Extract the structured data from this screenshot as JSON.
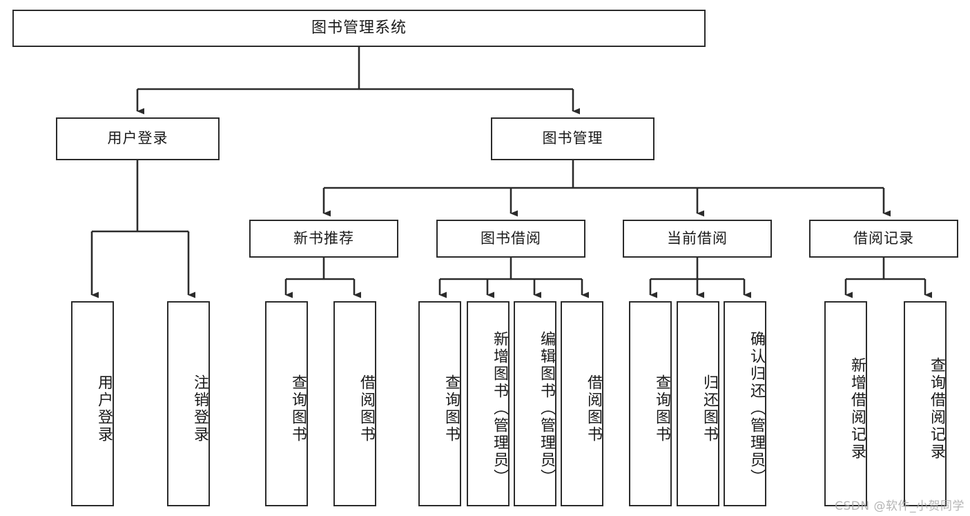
{
  "diagram": {
    "type": "tree-hierarchy",
    "title": "图书管理系统",
    "watermark": "CSDN @软件_小贺同学",
    "colors": {
      "box_border": "#2b2b2b",
      "box_fill": "#ffffff",
      "connector": "#2b2b2b",
      "text": "#1a1a1a",
      "watermark": "#a8a8a8",
      "background": "#ffffff"
    },
    "levels": [
      {
        "level": 1,
        "nodes": [
          {
            "id": "root",
            "label": "图书管理系统",
            "orientation": "horizontal"
          }
        ]
      },
      {
        "level": 2,
        "nodes": [
          {
            "id": "user-login",
            "label": "用户登录",
            "orientation": "horizontal",
            "parent": "root"
          },
          {
            "id": "book-manage",
            "label": "图书管理",
            "orientation": "horizontal",
            "parent": "root"
          }
        ]
      },
      {
        "level": 3,
        "nodes": [
          {
            "id": "new-book-rec",
            "label": "新书推荐",
            "orientation": "horizontal",
            "parent": "book-manage"
          },
          {
            "id": "book-borrow",
            "label": "图书借阅",
            "orientation": "horizontal",
            "parent": "book-manage"
          },
          {
            "id": "current-borrow",
            "label": "当前借阅",
            "orientation": "horizontal",
            "parent": "book-manage"
          },
          {
            "id": "borrow-record",
            "label": "借阅记录",
            "orientation": "horizontal",
            "parent": "book-manage"
          }
        ]
      },
      {
        "level": 4,
        "nodes": [
          {
            "id": "leaf-user-login",
            "label": "用户登录",
            "orientation": "vertical",
            "parent": "user-login"
          },
          {
            "id": "leaf-logout",
            "label": "注销登录",
            "orientation": "vertical",
            "parent": "user-login"
          },
          {
            "id": "leaf-query-book-1",
            "label": "查询图书",
            "orientation": "vertical",
            "parent": "new-book-rec"
          },
          {
            "id": "leaf-borrow-book-1",
            "label": "借阅图书",
            "orientation": "vertical",
            "parent": "new-book-rec"
          },
          {
            "id": "leaf-query-book-2",
            "label": "查询图书",
            "orientation": "vertical",
            "parent": "book-borrow"
          },
          {
            "id": "leaf-add-book",
            "label": "新增图书（管理员）",
            "orientation": "vertical",
            "parent": "book-borrow"
          },
          {
            "id": "leaf-edit-book",
            "label": "编辑图书（管理员）",
            "orientation": "vertical",
            "parent": "book-borrow"
          },
          {
            "id": "leaf-borrow-book-2",
            "label": "借阅图书",
            "orientation": "vertical",
            "parent": "book-borrow"
          },
          {
            "id": "leaf-query-book-3",
            "label": "查询图书",
            "orientation": "vertical",
            "parent": "current-borrow"
          },
          {
            "id": "leaf-return-book",
            "label": "归还图书",
            "orientation": "vertical",
            "parent": "current-borrow"
          },
          {
            "id": "leaf-confirm-return",
            "label": "确认归还（管理员）",
            "orientation": "vertical",
            "parent": "current-borrow"
          },
          {
            "id": "leaf-add-record",
            "label": "新增借阅记录",
            "orientation": "vertical",
            "parent": "borrow-record"
          },
          {
            "id": "leaf-query-record",
            "label": "查询借阅记录",
            "orientation": "vertical",
            "parent": "borrow-record"
          }
        ]
      }
    ]
  }
}
